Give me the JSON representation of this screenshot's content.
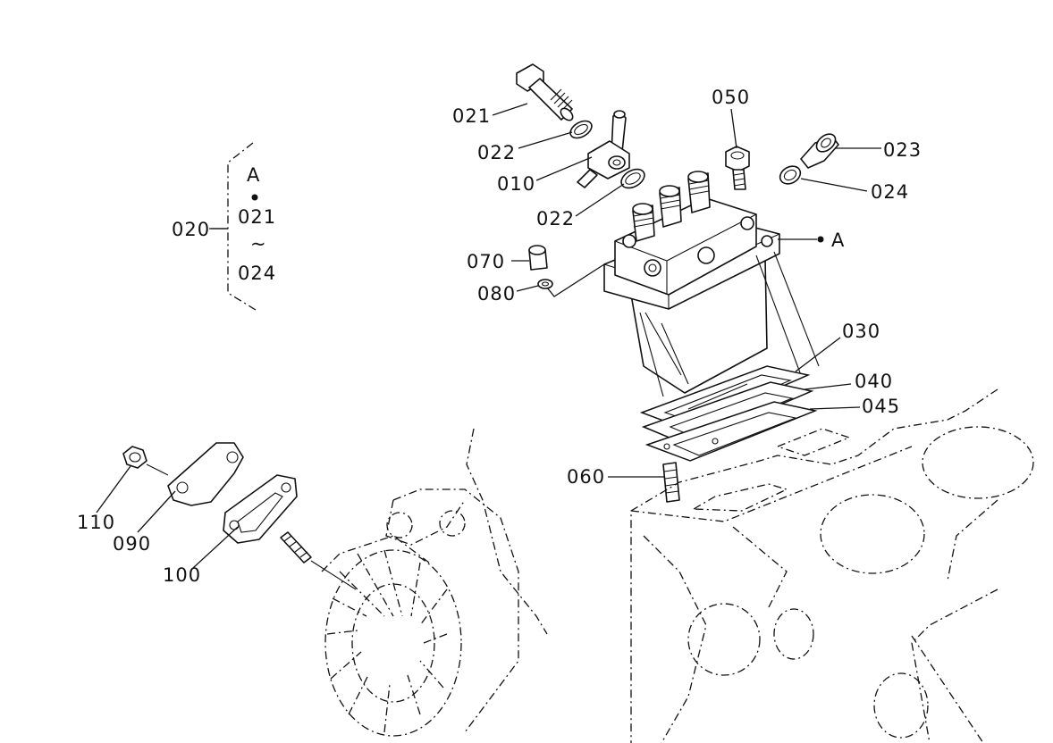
{
  "callouts": {
    "p010": "010",
    "p020": "020",
    "p021": "021",
    "p022a": "022",
    "p022b": "022",
    "p023": "023",
    "p024": "024",
    "p030": "030",
    "p040": "040",
    "p045": "045",
    "p050": "050",
    "p060": "060",
    "p070": "070",
    "p080": "080",
    "p090": "090",
    "p100": "100",
    "p110": "110",
    "ref_a": "A"
  },
  "group_bracket": {
    "ref": "A",
    "from": "021",
    "tilde": "~",
    "to": "024"
  }
}
